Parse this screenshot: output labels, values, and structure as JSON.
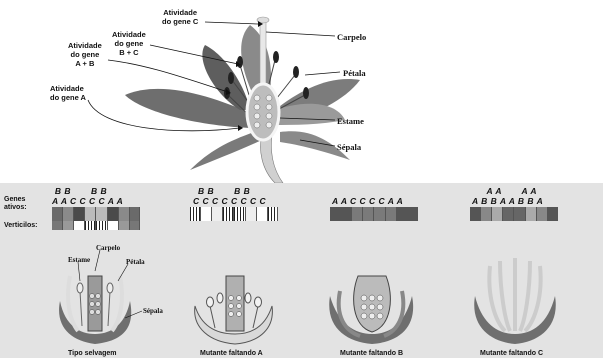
{
  "top": {
    "labels": {
      "gene_c": [
        "Atividade",
        "do gene C"
      ],
      "gene_bc": [
        "Atividade",
        "do gene",
        "B + C"
      ],
      "gene_ab": [
        "Atividade",
        "do gene",
        "A + B"
      ],
      "gene_a": [
        "Atividade",
        "do gene A"
      ]
    },
    "parts": {
      "carpelo": "Carpelo",
      "petala": "Pétala",
      "estame": "Estame",
      "sepala": "Sépala"
    }
  },
  "bottom": {
    "row_labels": {
      "genes": "Genes",
      "ativos": "ativos:",
      "verticilos": "Verticilos:"
    },
    "panels": [
      {
        "top_letters": " B B       B B",
        "bottom_letters": "A A C C C C A A",
        "title": "Tipo selvagem"
      },
      {
        "top_letters": "B B       B B",
        "bottom_letters": "C C C C C C C C",
        "title": "Mutante faltando A"
      },
      {
        "top_letters": "",
        "bottom_letters": "A A C C C C A A",
        "title": "Mutante faltando B"
      },
      {
        "top_letters": " A A       A A",
        "bottom_letters": "A B B A A B B A",
        "title": "Mutante faltando C"
      }
    ],
    "wild_labels": {
      "carpelo": "Carpelo",
      "estame": "Estame",
      "petala": "Pétala",
      "sepala": "Sépala"
    }
  }
}
